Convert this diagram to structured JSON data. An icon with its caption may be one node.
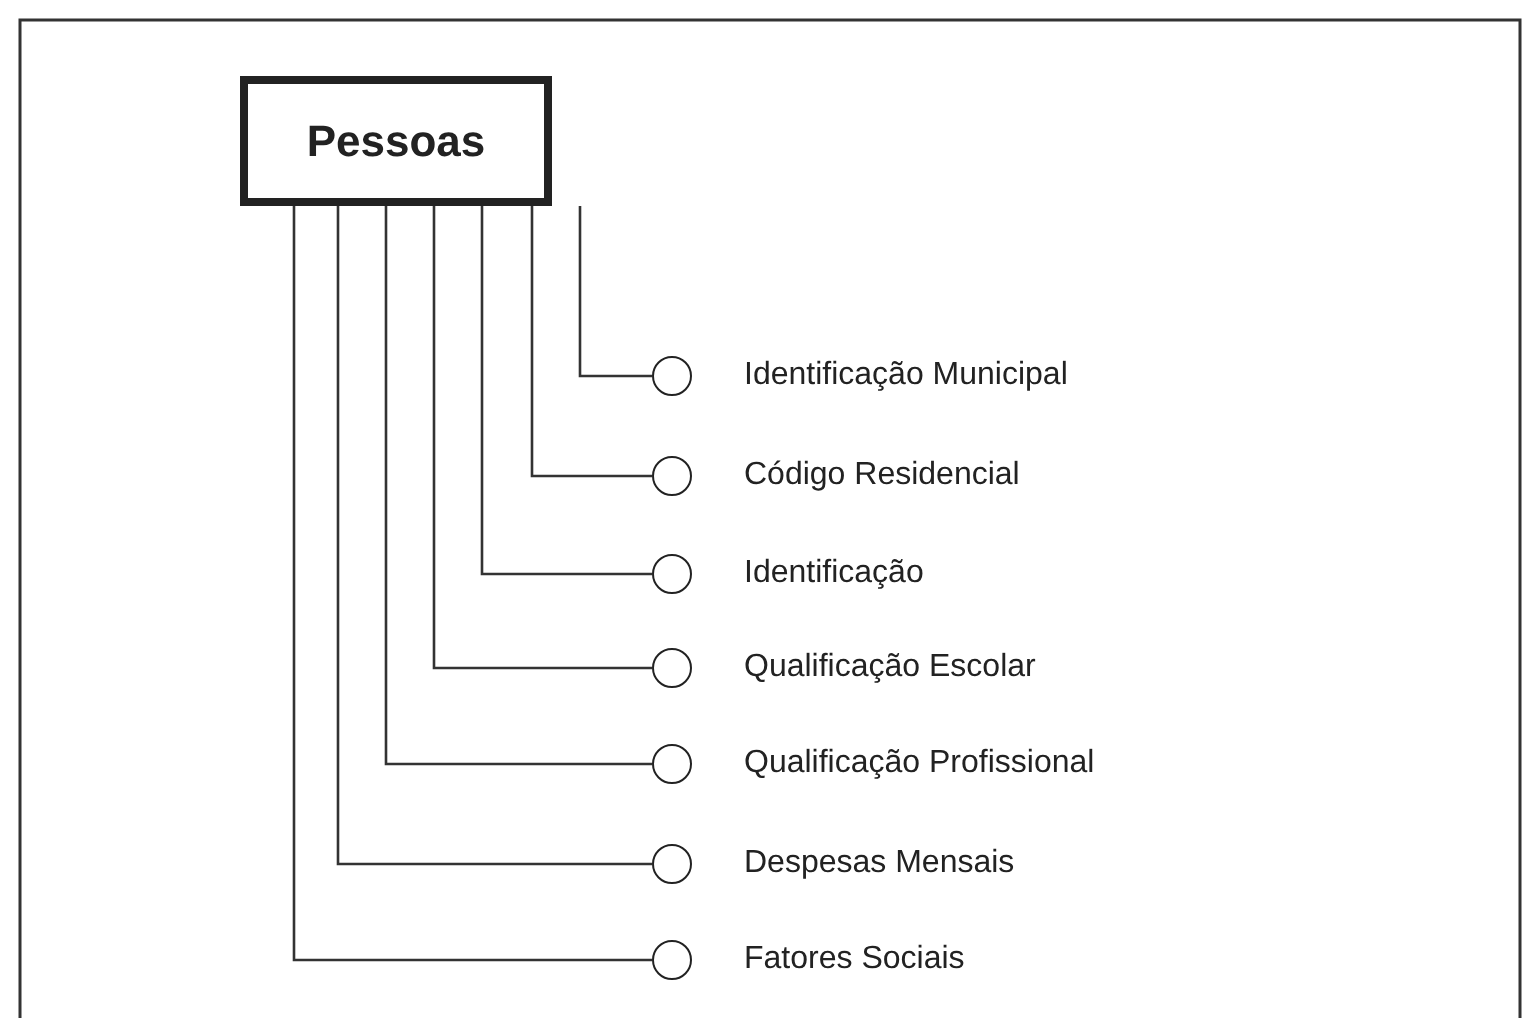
{
  "diagram": {
    "nodes": [
      {
        "text": [
          "Pessoas"
        ]
      },
      {
        "text": [],
        "shape": "circle",
        "beside": [
          "Identificação Municipal"
        ]
      },
      {
        "text": [],
        "shape": "circle",
        "beside": [
          "Código Residencial"
        ]
      },
      {
        "text": [],
        "shape": "circle",
        "beside": [
          "Identificação"
        ]
      },
      {
        "text": [],
        "shape": "circle",
        "beside": [
          "Qualificação Escolar"
        ]
      },
      {
        "text": [],
        "shape": "circle",
        "beside": [
          "Qualificação Profissional"
        ]
      },
      {
        "text": [],
        "shape": "circle",
        "beside": [
          "Despesas Mensais"
        ]
      },
      {
        "text": [],
        "shape": "circle",
        "beside": [
          "Fatores Sociais"
        ]
      }
    ],
    "edges": [
      {
        "from": 0,
        "to": 1,
        "arrow": "none"
      },
      {
        "from": 0,
        "to": 2,
        "arrow": "none"
      },
      {
        "from": 0,
        "to": 3,
        "arrow": "none"
      },
      {
        "from": 0,
        "to": 4,
        "arrow": "none"
      },
      {
        "from": 0,
        "to": 5,
        "arrow": "none"
      },
      {
        "from": 0,
        "to": 6,
        "arrow": "none"
      },
      {
        "from": 0,
        "to": 7,
        "arrow": "none"
      }
    ]
  }
}
